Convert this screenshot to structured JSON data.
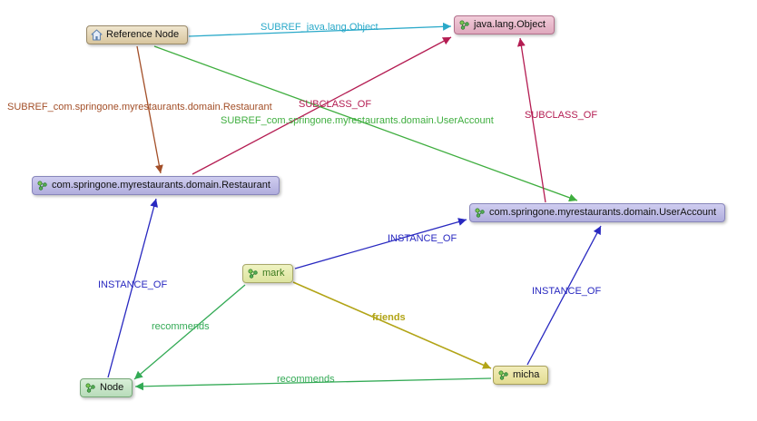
{
  "nodes": {
    "reference": {
      "label": "Reference Node",
      "icon": "home-icon",
      "bg": "#ddcba4",
      "border": "#9a8a6a"
    },
    "object": {
      "label": "java.lang.Object",
      "icon": "graph-icon",
      "bg": "#e7b7c9",
      "border": "#b2718c"
    },
    "restaurant": {
      "label": "com.springone.myrestaurants.domain.Restaurant",
      "icon": "graph-icon",
      "bg": "#b7b5e3",
      "border": "#8886bb"
    },
    "useraccount": {
      "label": "com.springone.myrestaurants.domain.UserAccount",
      "icon": "graph-icon",
      "bg": "#b7b5e3",
      "border": "#8886bb"
    },
    "mark": {
      "label": "mark",
      "icon": "graph-icon",
      "bg": "#e6eaa9",
      "border": "#a8a86a"
    },
    "micha": {
      "label": "micha",
      "icon": "graph-icon",
      "bg": "#e9e3a0",
      "border": "#a8a05c"
    },
    "node": {
      "label": "Node",
      "icon": "graph-icon",
      "bg": "#c3e5c4",
      "border": "#76a878"
    }
  },
  "edges": {
    "subref_object": {
      "label": "SUBREF_java.lang.Object",
      "from": "Reference Node",
      "to": "java.lang.Object",
      "color": "#2aa9c9"
    },
    "subref_restaurant": {
      "label": "SUBREF_com.springone.myrestaurants.domain.Restaurant",
      "from": "Reference Node",
      "to": "com.springone.myrestaurants.domain.Restaurant",
      "color": "#a34f28"
    },
    "subclass_restaurant": {
      "label": "SUBCLASS_OF",
      "from": "com.springone.myrestaurants.domain.Restaurant",
      "to": "java.lang.Object",
      "color": "#b41c52"
    },
    "subref_useraccount": {
      "label": "SUBREF_com.springone.myrestaurants.domain.UserAccount",
      "from": "Reference Node",
      "to": "com.springone.myrestaurants.domain.UserAccount",
      "color": "#3fae3f"
    },
    "subclass_useraccount": {
      "label": "SUBCLASS_OF",
      "from": "com.springone.myrestaurants.domain.UserAccount",
      "to": "java.lang.Object",
      "color": "#b41c52"
    },
    "instance_mark": {
      "label": "INSTANCE_OF",
      "from": "mark",
      "to": "com.springone.myrestaurants.domain.UserAccount",
      "color": "#2828c0"
    },
    "instance_node": {
      "label": "INSTANCE_OF",
      "from": "Node",
      "to": "com.springone.myrestaurants.domain.Restaurant",
      "color": "#2828c0"
    },
    "instance_micha": {
      "label": "INSTANCE_OF",
      "from": "micha",
      "to": "com.springone.myrestaurants.domain.UserAccount",
      "color": "#2828c0"
    },
    "recommends_mark": {
      "label": "recommends",
      "from": "mark",
      "to": "Node",
      "color": "#33aa55"
    },
    "friends": {
      "label": "friends",
      "from": "mark",
      "to": "micha",
      "color": "#b2a416"
    },
    "recommends_micha": {
      "label": "recommends",
      "from": "micha",
      "to": "Node",
      "color": "#33aa55"
    }
  }
}
